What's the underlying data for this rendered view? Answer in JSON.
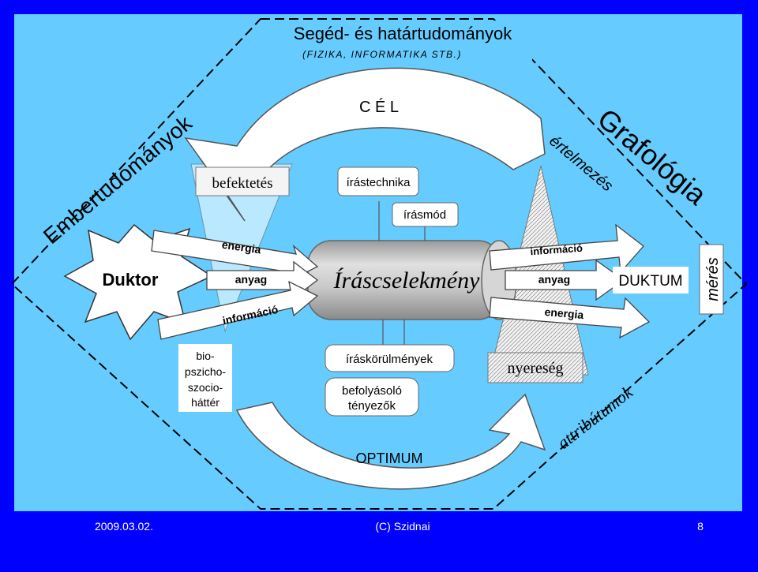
{
  "title": "Segéd- és határtudományok",
  "subtitle": "(FIZIKA, INFORMATIKA STB.)",
  "cel": "C É L",
  "optimum": "OPTIMUM",
  "left_diagonal": "Embertudományok",
  "right_diagonal": "Grafológia",
  "ertelmezes": "értelmezés",
  "attributumok": "attribútumok",
  "meres": "mérés",
  "duktor": "Duktor",
  "duktum": "DUKTUM",
  "befektetes": "befektetés",
  "nyereseg": "nyereség",
  "istechnika": "írástechnika",
  "irasmod": "írásmód",
  "irascselekmeny": "Íráscselekmény",
  "iraskorulmenyek": "íráskörülmények",
  "befolyasolo": [
    "befolyásoló",
    "tényezők"
  ],
  "left_arrows": [
    "energia",
    "anyag",
    "információ"
  ],
  "right_arrows": [
    "információ",
    "anyag",
    "energia"
  ],
  "bio": [
    "bio-",
    "pszicho-",
    "szocio-",
    "háttér"
  ],
  "footer": {
    "date": "2009.03.02.",
    "author": "(C) Szidnai",
    "page": "8"
  },
  "colors": {
    "background": "#0000ff",
    "panel": "#66ccff",
    "tube": "#bdbdbd"
  }
}
